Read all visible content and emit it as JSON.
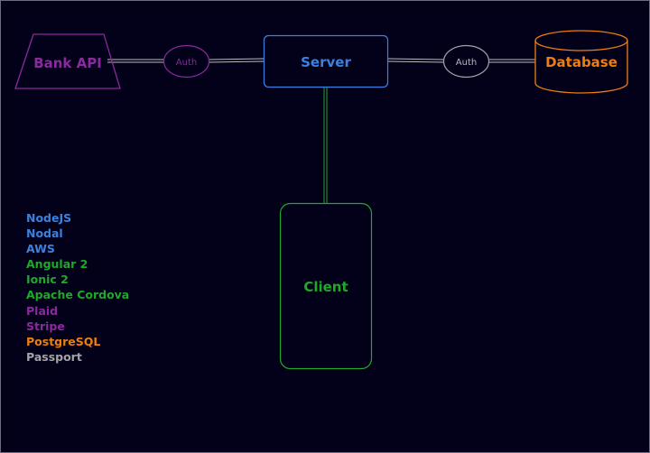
{
  "nodes": {
    "bank_api": "Bank API",
    "server": "Server",
    "database": "Database",
    "client": "Client"
  },
  "edges": {
    "bank_auth": "Auth",
    "db_auth": "Auth"
  },
  "colors": {
    "background": "#030019",
    "purple": "#8a2a9c",
    "blue": "#3b82e0",
    "orange": "#ee7d12",
    "green": "#1fa82a",
    "gray": "#a4a4a8"
  },
  "tech_stack": [
    {
      "label": "NodeJS",
      "color": "#3b82e0"
    },
    {
      "label": "Nodal",
      "color": "#3b82e0"
    },
    {
      "label": "AWS",
      "color": "#3b82e0"
    },
    {
      "label": "Angular 2",
      "color": "#1fa82a"
    },
    {
      "label": "Ionic 2",
      "color": "#1fa82a"
    },
    {
      "label": "Apache Cordova",
      "color": "#1fa82a"
    },
    {
      "label": "Plaid",
      "color": "#8a2a9c"
    },
    {
      "label": "Stripe",
      "color": "#8a2a9c"
    },
    {
      "label": "PostgreSQL",
      "color": "#ee7d12"
    },
    {
      "label": "Passport",
      "color": "#a4a4a8"
    }
  ]
}
